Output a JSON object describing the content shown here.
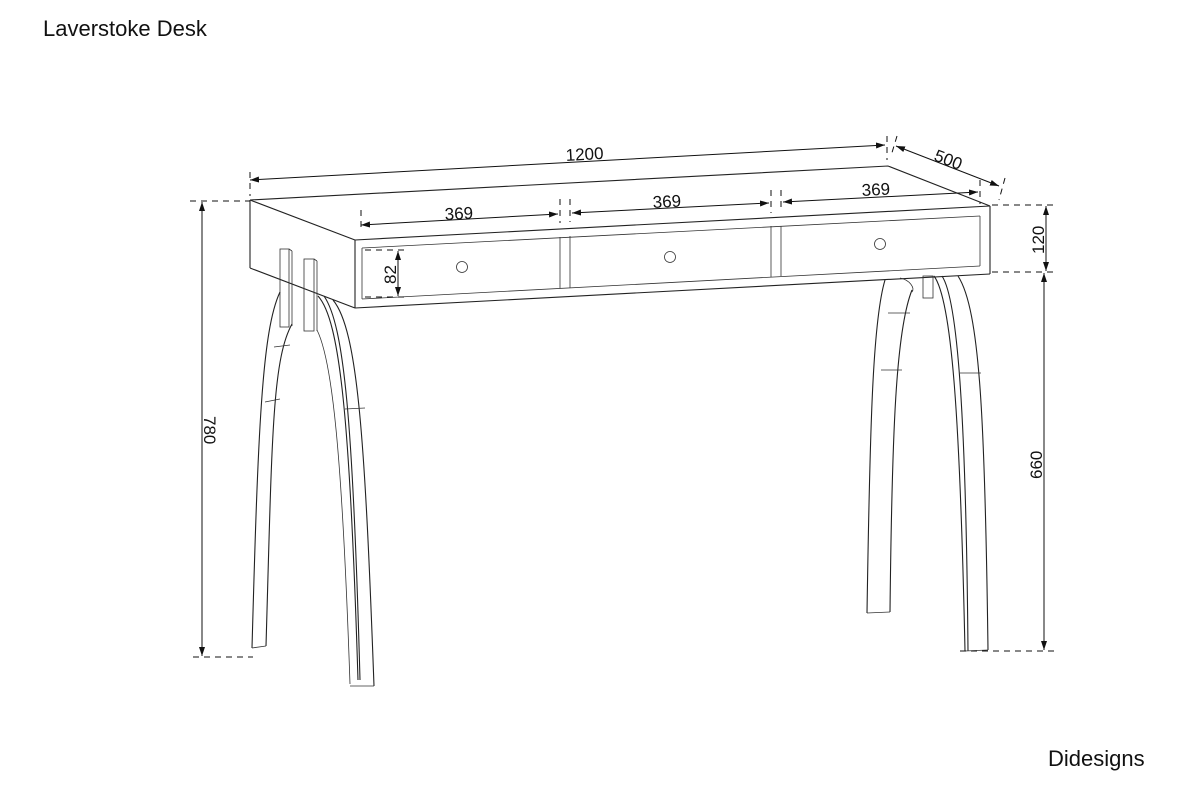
{
  "title": "Laverstoke Desk",
  "brand": "Didesigns",
  "dimensions": {
    "width": "1200",
    "depth": "500",
    "drawer_left": "369",
    "drawer_middle": "369",
    "drawer_right": "369",
    "drawer_height": "82",
    "apron_height": "120",
    "overall_height": "780",
    "leg_height": "660"
  },
  "colors": {
    "background": "#ffffff",
    "line": "#222222"
  }
}
